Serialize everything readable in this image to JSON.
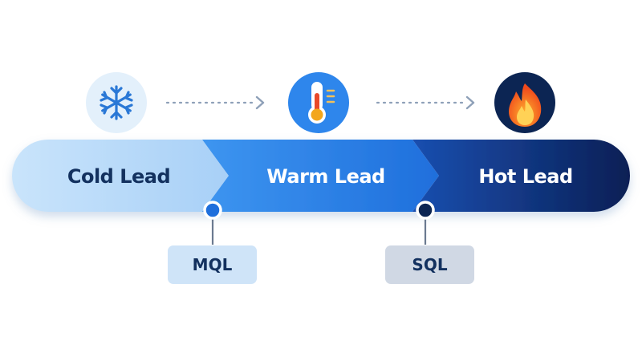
{
  "stages": [
    {
      "label": "Cold Lead",
      "icon": "snowflake-icon"
    },
    {
      "label": "Warm Lead",
      "icon": "thermometer-icon"
    },
    {
      "label": "Hot Lead",
      "icon": "flame-icon"
    }
  ],
  "milestones": [
    {
      "label": "MQL"
    },
    {
      "label": "SQL"
    }
  ],
  "colors": {
    "cold": "#bcdcf8",
    "warm": "#2e86ec",
    "hot": "#0b2a66",
    "cold_text": "#13315f",
    "light_text": "#ffffff",
    "mql_tag": "#cfe4f8",
    "sql_tag": "#d0d8e4"
  }
}
